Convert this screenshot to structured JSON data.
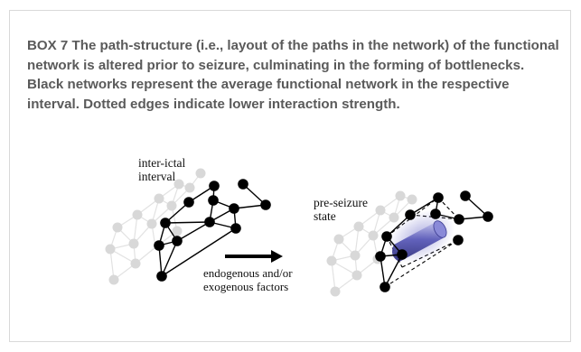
{
  "caption": {
    "box_label": "BOX 7",
    "text": "The path-structure (i.e., layout of the paths in the network) of the functional network is altered prior to seizure, culminating in the forming of bottlenecks. Black networks represent the average functional network in the respective interval. Dotted edges indicate lower interaction strength."
  },
  "figure": {
    "left_label_line1": "inter-ictal",
    "left_label_line2": "interval",
    "arrow_label_line1": "endogenous and/or",
    "arrow_label_line2": "exogenous factors",
    "right_label_line1": "pre-seizure",
    "right_label_line2": "state"
  },
  "colors": {
    "caption_text": "#5a5a5a",
    "node_black": "#000000",
    "node_grey": "#d6d6d6",
    "bottleneck": "#4a4aa8"
  }
}
